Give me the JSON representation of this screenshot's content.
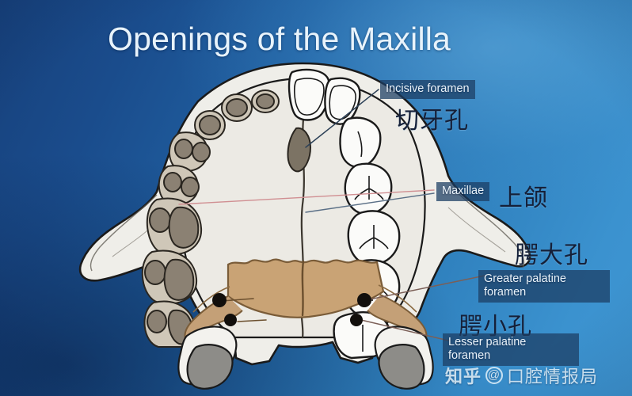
{
  "page": {
    "title": "Openings of the Maxilla",
    "background_color_dark": "#17417c",
    "background_color_light": "#3f96d2"
  },
  "labels": [
    {
      "id": "incisive",
      "english": "Incisive foramen",
      "chinese": "切牙孔",
      "box_color": "#1d3e64",
      "text_color": "#eaf3fa"
    },
    {
      "id": "maxillae",
      "english": "Maxillae",
      "chinese": "上颌",
      "box_color": "#1d3e64",
      "text_color": "#eaf3fa"
    },
    {
      "id": "greater-palatine",
      "english": "Greater palatine\nforamen",
      "chinese": "腭大孔",
      "box_color": "#1d3e64",
      "text_color": "#eaf3fa"
    },
    {
      "id": "lesser-palatine",
      "english": "Lesser palatine\nforamen",
      "chinese": "腭小孔",
      "box_color": "#1d3e64",
      "text_color": "#eaf3fa"
    }
  ],
  "watermark": {
    "logo": "知乎",
    "at_symbol": "@",
    "account": "口腔情报局"
  },
  "diagram": {
    "name": "maxilla-inferior-view",
    "description": "Inferior view of the maxilla and hard palate",
    "bone_color": "#efeee9",
    "palatine_bone_color": "#c9a375",
    "socket_color": "#8b7f6e",
    "outline_color": "#1b1b1b",
    "foramen_marker_color": "#120f0c",
    "foramen_marker_count": 4,
    "leader_line_color": "#2b3d52"
  }
}
